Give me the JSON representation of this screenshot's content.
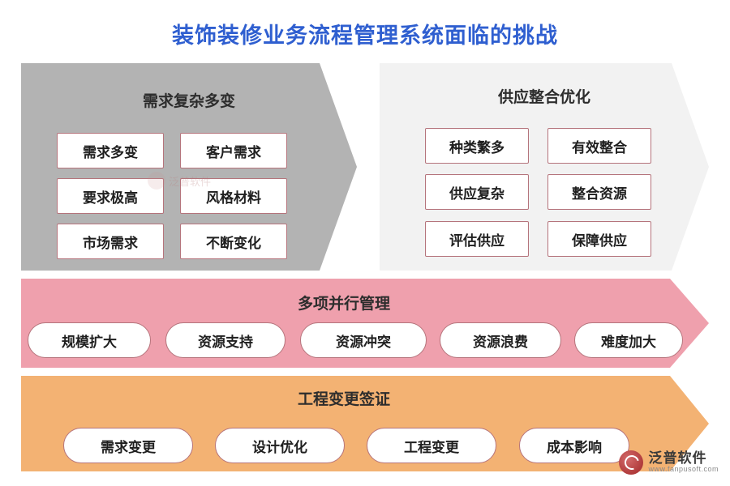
{
  "title": "装饰装修业务流程管理系统面临的挑战",
  "colors": {
    "title": "#2f5fd0",
    "panel1_bg": "#b3b3b3",
    "panel2_bg": "#f2f2f2",
    "panel3_bg": "#efa0ad",
    "panel4_bg": "#f3b273",
    "chip_border": "#b5747c",
    "chip_bg": "#ffffff"
  },
  "panels": [
    {
      "heading": "需求复杂多变",
      "items": [
        "需求多变",
        "客户需求",
        "要求极高",
        "风格材料",
        "市场需求",
        "不断变化"
      ]
    },
    {
      "heading": "供应整合优化",
      "items": [
        "种类繁多",
        "有效整合",
        "供应复杂",
        "整合资源",
        "评估供应",
        "保障供应"
      ]
    },
    {
      "heading": "多项并行管理",
      "items": [
        "规模扩大",
        "资源支持",
        "资源冲突",
        "资源浪费",
        "难度加大"
      ]
    },
    {
      "heading": "工程变更签证",
      "items": [
        "需求变更",
        "设计优化",
        "工程变更",
        "成本影响"
      ]
    }
  ],
  "watermarks": {
    "center_text": "泛普软件",
    "logo_cn": "泛普软件",
    "logo_en": "www.fanpusoft.com"
  }
}
